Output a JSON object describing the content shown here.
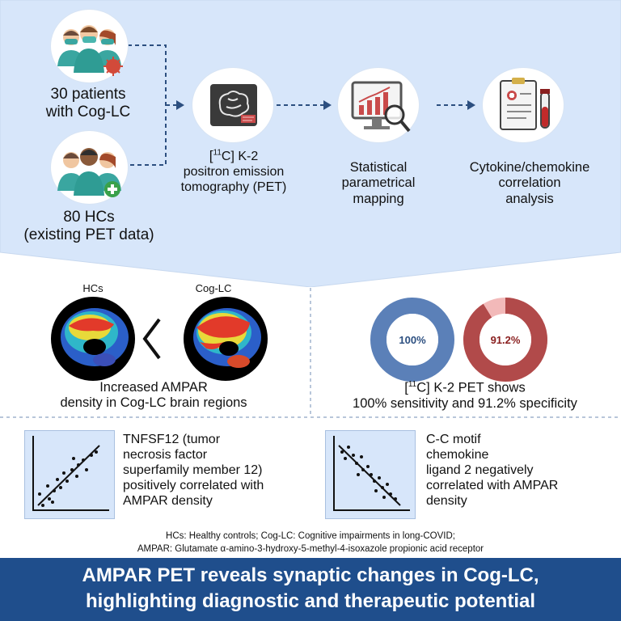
{
  "workflow": {
    "patients_label": "30 patients\nwith Cog-LC",
    "controls_label": "80 HCs\n(existing PET data)",
    "pet_sup": "11",
    "pet_label_rest": "C] K-2\npositron emission\ntomography (PET)",
    "spm_label": "Statistical\nparametrical\nmapping",
    "cytokine_label": "Cytokine/chemokine\ncorrelation\nanalysis"
  },
  "ampar_panel": {
    "hc_label": "HCs",
    "coglc_label": "Cog-LC",
    "comparator": "<",
    "caption": "Increased AMPAR\ndensity in Cog-LC brain regions"
  },
  "accuracy_panel": {
    "sensitivity_text": "100%",
    "specificity_text": "91.2%",
    "sensitivity_fraction": 1.0,
    "specificity_fraction": 0.912,
    "caption_sup": "11",
    "caption_rest": "C] K-2 PET shows\n100% sensitivity and 91.2% specificity",
    "colors": {
      "sensitivity": "#5b80b8",
      "specificity": "#b14a4a",
      "specificity_remainder": "#f2b9b9"
    }
  },
  "correlations": {
    "positive_text": "TNFSF12 (tumor\nnecrosis factor\nsuperfamily member 12)\npositively correlated with\nAMPAR density",
    "negative_text": "C-C motif\nchemokine\nligand 2 negatively\ncorrelated with AMPAR\ndensity"
  },
  "abbreviations": {
    "line1": "HCs: Healthy controls; Cog-LC: Cognitive impairments in long-COVID;",
    "line2": "AMPAR: Glutamate α-amino-3-hydroxy-5-methyl-4-isoxazole propionic acid receptor"
  },
  "footer": {
    "line1": "AMPAR PET reveals synaptic changes in Cog-LC,",
    "line2": "highlighting diagnostic and therapeutic potential"
  },
  "colors": {
    "top_background": "#d7e6fa",
    "footer_background": "#1f4e8c",
    "arrow": "#2c4f80",
    "virus": "#d24a3a",
    "plus": "#3aa14a"
  }
}
